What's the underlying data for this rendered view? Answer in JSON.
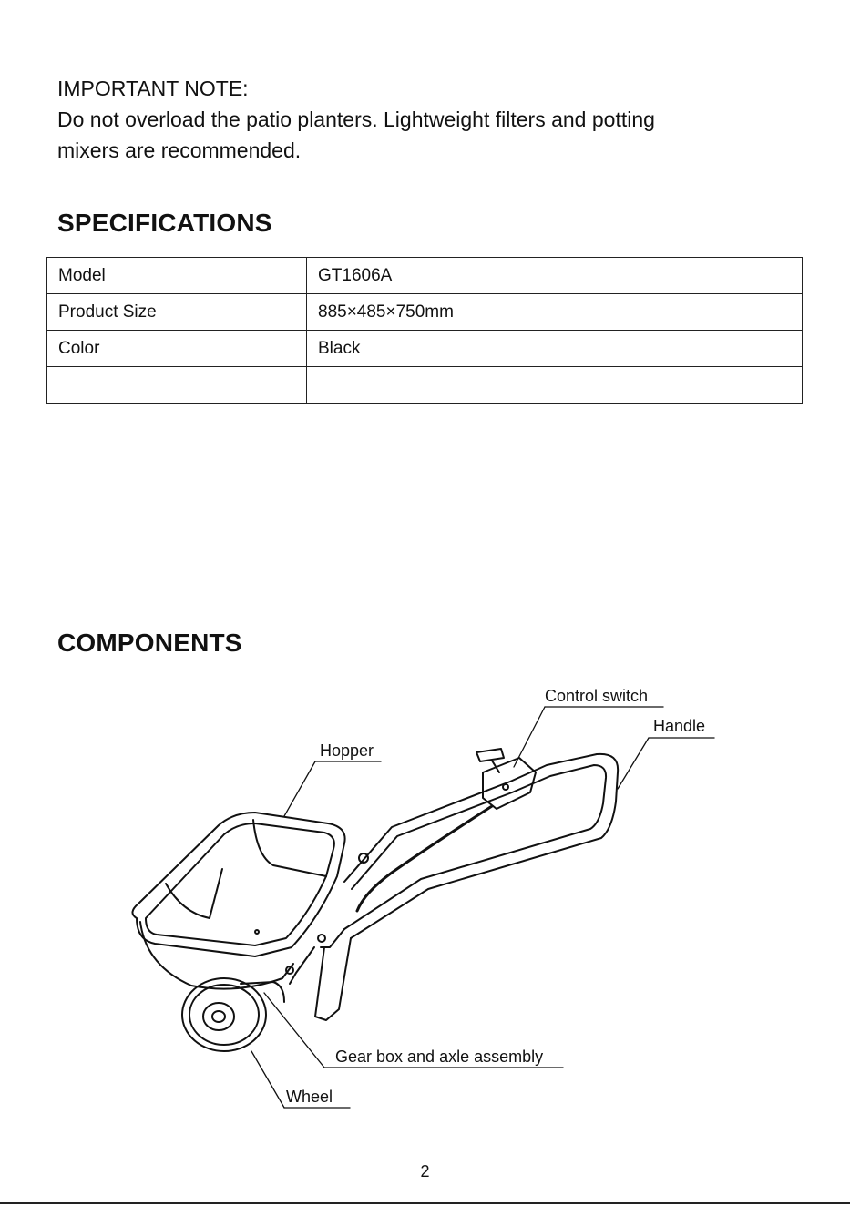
{
  "note": {
    "title": "IMPORTANT NOTE:",
    "line1": "Do not overload the patio planters. Lightweight filters and potting",
    "line2": "mixers are recommended."
  },
  "specifications": {
    "heading": "SPECIFICATIONS",
    "rows": [
      {
        "label": "Model",
        "value": "GT1606A"
      },
      {
        "label": "Product Size",
        "value": "885×485×750mm"
      },
      {
        "label": "Color",
        "value": "Black"
      },
      {
        "label": "",
        "value": ""
      }
    ]
  },
  "components": {
    "heading": "COMPONENTS",
    "labels": {
      "control_switch": "Control switch",
      "handle": "Handle",
      "hopper": "Hopper",
      "gear_box": "Gear box and axle assembly",
      "wheel": "Wheel"
    }
  },
  "page_number": "2"
}
